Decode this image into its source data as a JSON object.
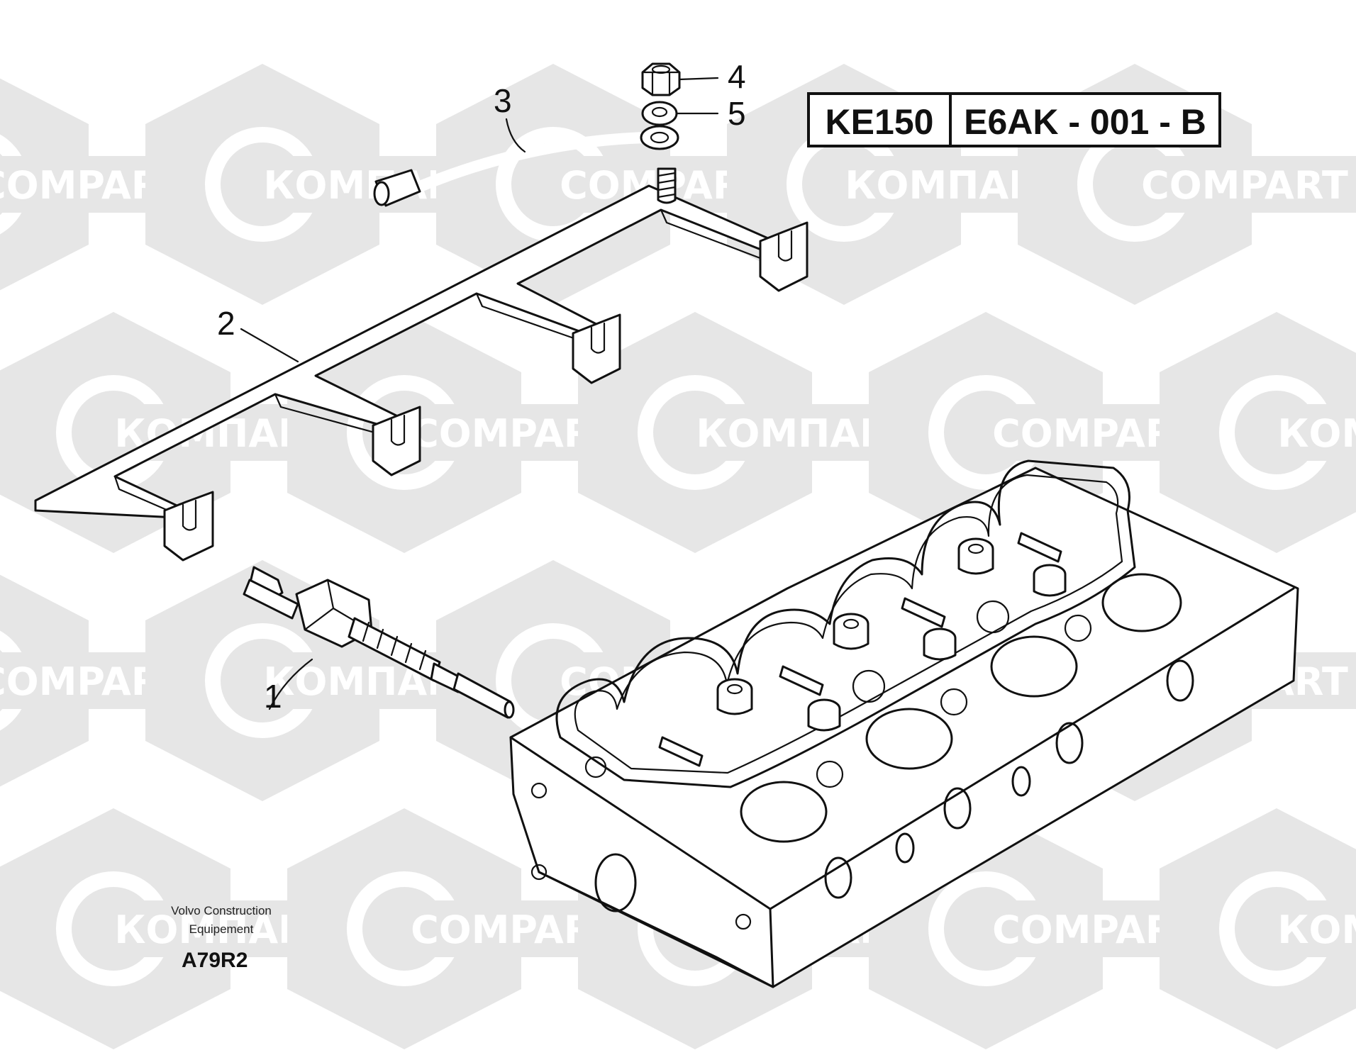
{
  "watermark": {
    "latin": "COMPART",
    "cyrillic": "КОМПАРТ",
    "hex_color": "#e6e6e6"
  },
  "title_box": {
    "model": "KE150",
    "drawing_code": "E6AK - 001 - B"
  },
  "callouts": [
    {
      "id": "1",
      "label": "1"
    },
    {
      "id": "2",
      "label": "2"
    },
    {
      "id": "3",
      "label": "3"
    },
    {
      "id": "4",
      "label": "4"
    },
    {
      "id": "5",
      "label": "5"
    }
  ],
  "footer": {
    "maker_line1": "Volvo Construction",
    "maker_line2": "Equipement",
    "reference": "A79R2"
  }
}
